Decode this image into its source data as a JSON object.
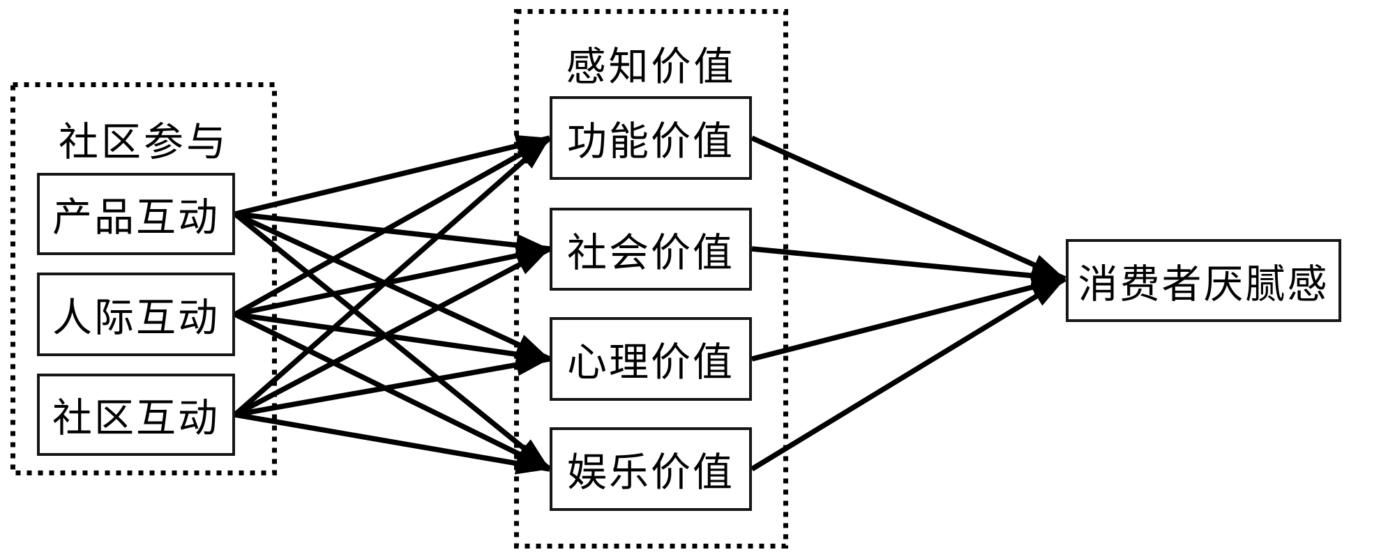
{
  "diagram": {
    "groups": [
      {
        "title": "社区参与",
        "nodes": [
          {
            "id": "product-interaction",
            "label": "产品互动"
          },
          {
            "id": "interpersonal-interaction",
            "label": "人际互动"
          },
          {
            "id": "community-interaction",
            "label": "社区互动"
          }
        ]
      },
      {
        "title": "感知价值",
        "nodes": [
          {
            "id": "functional-value",
            "label": "功能价值"
          },
          {
            "id": "social-value",
            "label": "社会价值"
          },
          {
            "id": "psychological-value",
            "label": "心理价值"
          },
          {
            "id": "entertainment-value",
            "label": "娱乐价值"
          }
        ]
      }
    ],
    "outcome": {
      "id": "consumer-satiation",
      "label": "消费者厌腻感"
    },
    "edges": [
      {
        "from": "product-interaction",
        "to": "functional-value"
      },
      {
        "from": "product-interaction",
        "to": "social-value"
      },
      {
        "from": "product-interaction",
        "to": "psychological-value"
      },
      {
        "from": "product-interaction",
        "to": "entertainment-value"
      },
      {
        "from": "interpersonal-interaction",
        "to": "functional-value"
      },
      {
        "from": "interpersonal-interaction",
        "to": "social-value"
      },
      {
        "from": "interpersonal-interaction",
        "to": "psychological-value"
      },
      {
        "from": "interpersonal-interaction",
        "to": "entertainment-value"
      },
      {
        "from": "community-interaction",
        "to": "functional-value"
      },
      {
        "from": "community-interaction",
        "to": "social-value"
      },
      {
        "from": "community-interaction",
        "to": "psychological-value"
      },
      {
        "from": "community-interaction",
        "to": "entertainment-value"
      },
      {
        "from": "functional-value",
        "to": "consumer-satiation"
      },
      {
        "from": "social-value",
        "to": "consumer-satiation"
      },
      {
        "from": "psychological-value",
        "to": "consumer-satiation"
      },
      {
        "from": "entertainment-value",
        "to": "consumer-satiation"
      }
    ]
  },
  "colors": {
    "ink": "#000000",
    "background": "#ffffff"
  }
}
